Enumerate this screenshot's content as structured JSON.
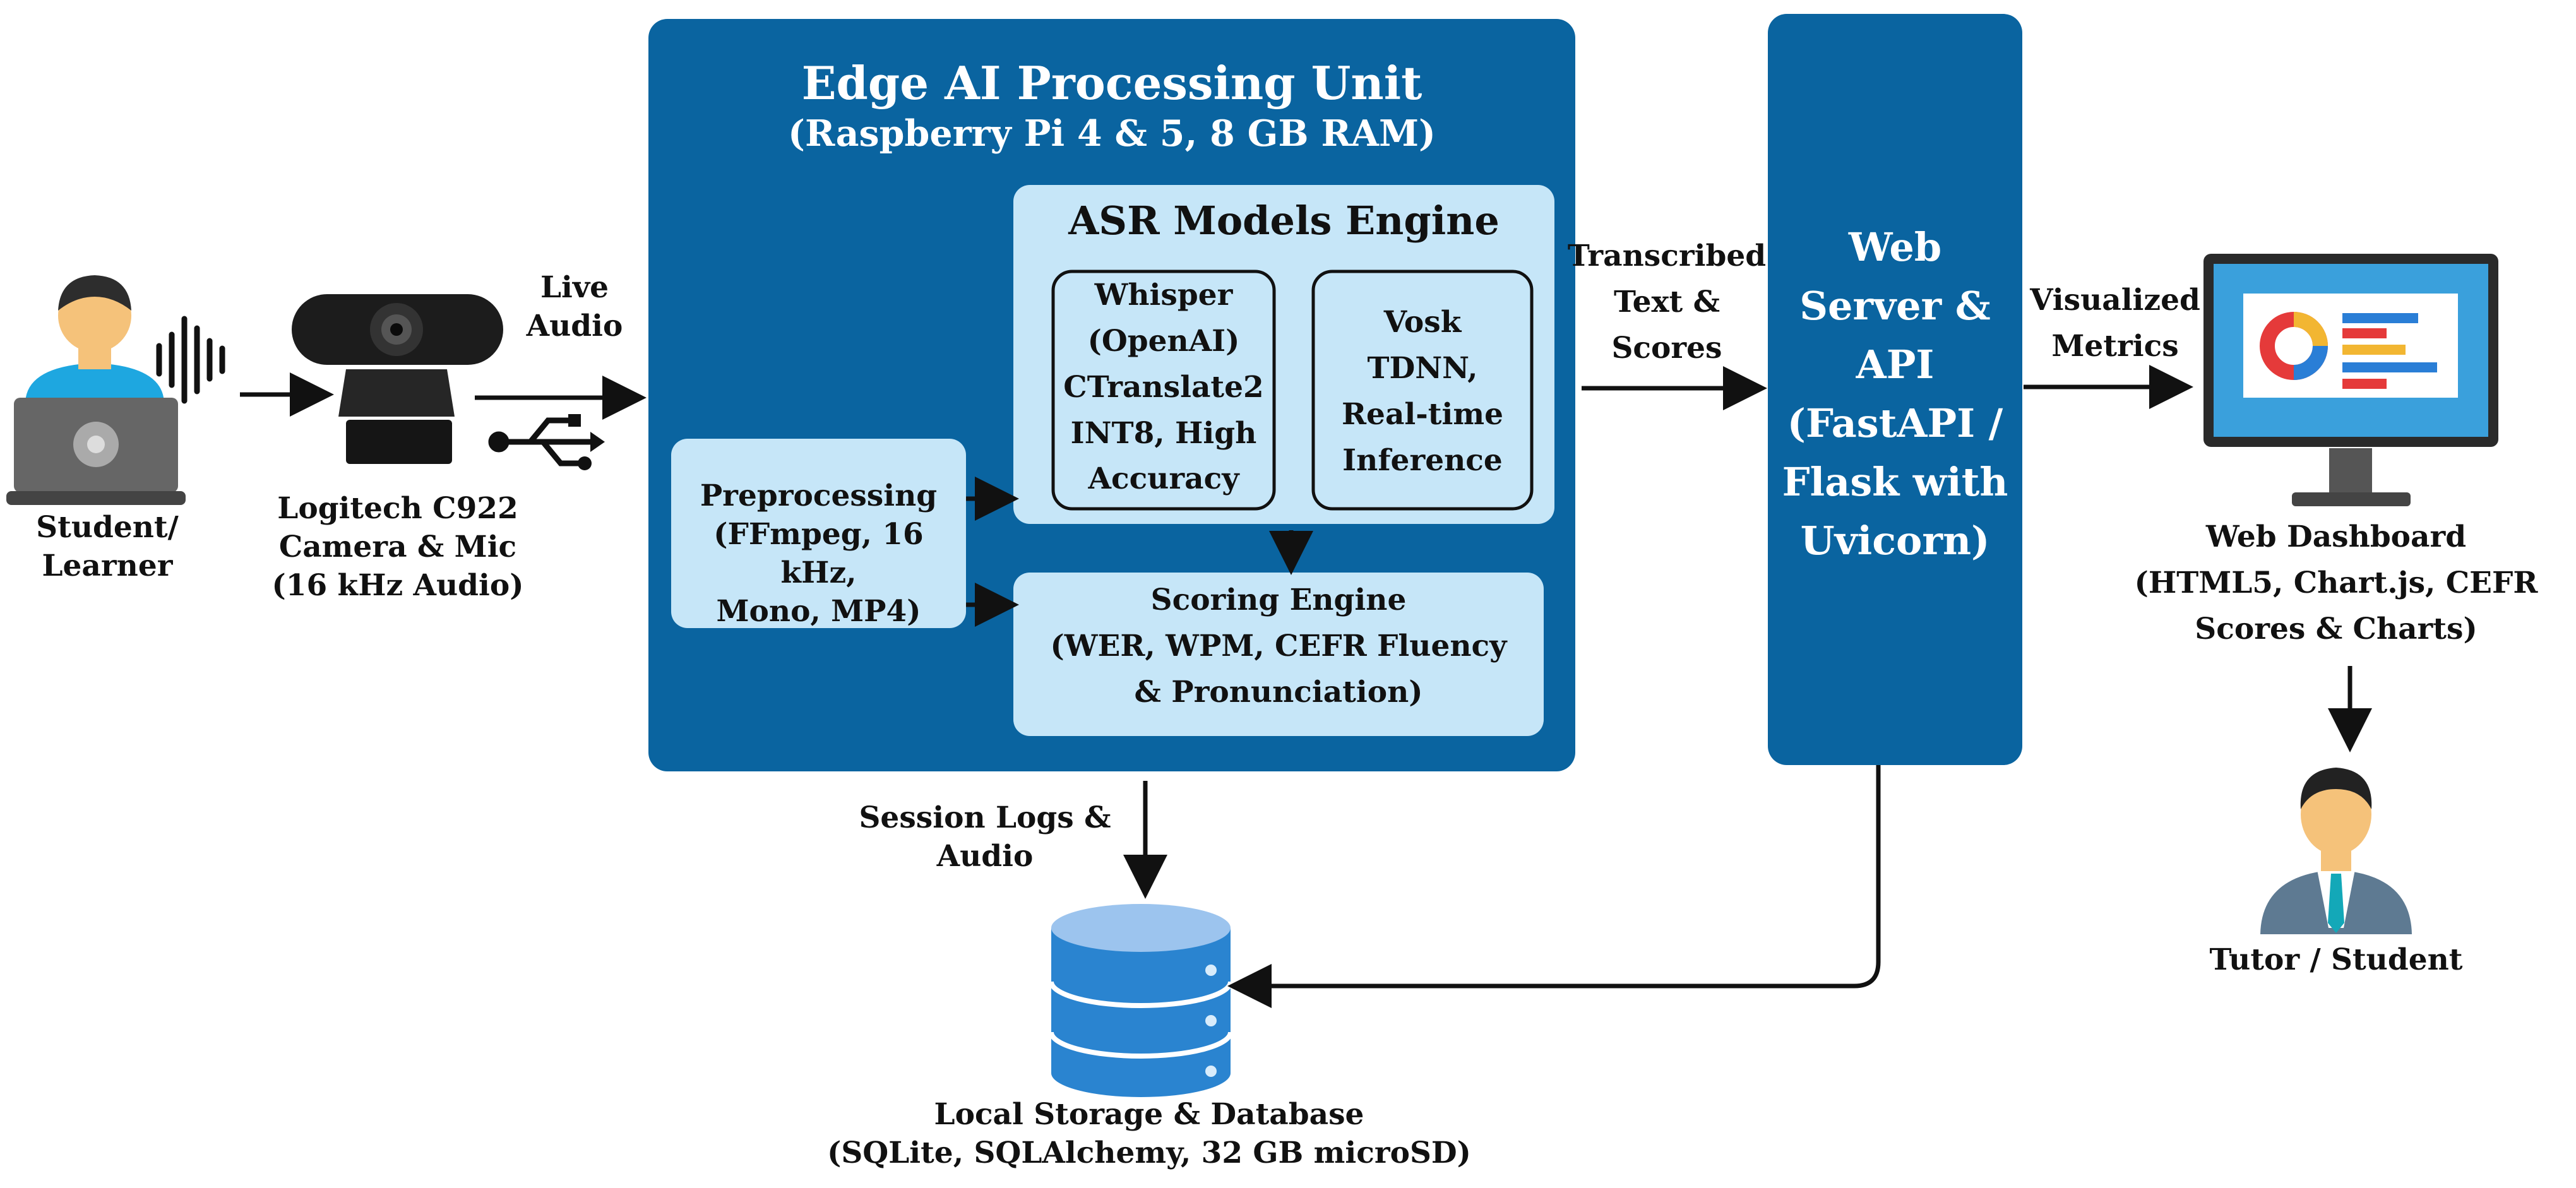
{
  "student": {
    "label": "Student/\nLearner"
  },
  "camera": {
    "label": "Logitech C922\nCamera & Mic\n(16 kHz Audio)"
  },
  "live_audio": {
    "label": "Live\nAudio"
  },
  "edge_unit": {
    "title": "Edge AI Processing Unit",
    "subtitle": "(Raspberry Pi 4 & 5, 8 GB RAM)",
    "asr": {
      "title": "ASR Models Engine",
      "whisper": "Whisper\n(OpenAI)\nCTranslate2\nINT8, High\nAccuracy",
      "vosk": "Vosk\nTDNN,\nReal-time\nInference"
    },
    "preprocessing": "Preprocessing\n(FFmpeg, 16 kHz,\nMono, MP4)",
    "scoring": "Scoring Engine\n(WER, WPM, CEFR Fluency\n& Pronunciation)"
  },
  "transcribed": {
    "label": "Transcribed\nText &\nScores"
  },
  "web_server": {
    "label": "Web\nServer &\nAPI\n(FastAPI /\nFlask with\nUvicorn)"
  },
  "visualized": {
    "label": "Visualized\nMetrics"
  },
  "dashboard": {
    "label": "Web Dashboard\n(HTML5, Chart.js, CEFR\nScores & Charts)"
  },
  "tutor": {
    "label": "Tutor / Student"
  },
  "session_logs": {
    "label": "Session Logs &\nAudio"
  },
  "storage": {
    "label": "Local Storage & Database\n(SQLite, SQLAlchemy, 32 GB microSD)"
  },
  "colors": {
    "panel_dark": "#0a64a0",
    "panel_light": "#c6e6f8",
    "db_top": "#9cc4ee",
    "db_body": "#2a84d0",
    "skin": "#f5c27a",
    "shirt": "#1ea7e0",
    "suit": "#5e7a92",
    "tie": "#13a8b8"
  }
}
